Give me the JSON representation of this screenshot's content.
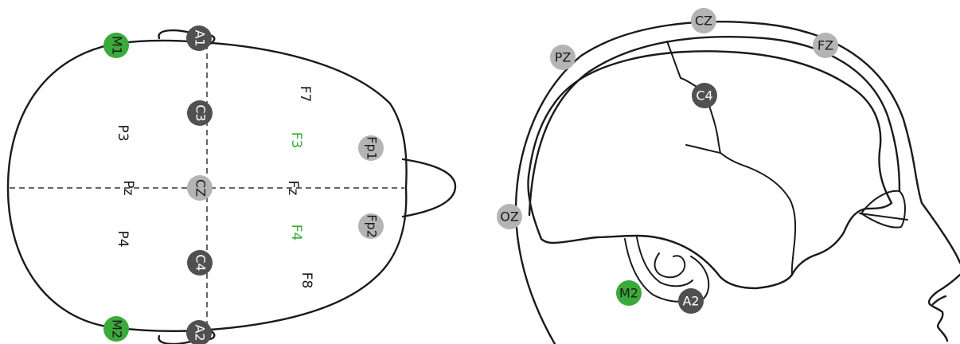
{
  "colors": {
    "dark_electrode": "#505050",
    "light_electrode": "#b4b4b4",
    "green_electrode": "#3aaa3a",
    "green_text": "#3aaa3a",
    "plain_text": "#1a1a1a",
    "outline": "#1a1a1a"
  },
  "top_view": {
    "electrodes": {
      "M1": "M1",
      "A1": "A1",
      "C3": "C3",
      "CZ": "CZ",
      "C4": "C4",
      "Fp1": "Fp1",
      "Fp2": "Fp2",
      "M2": "M2",
      "A2": "A2"
    },
    "labels": {
      "F7": "F7",
      "P3": "P3",
      "F3": "F3",
      "Pz": "Pz",
      "Fz": "Fz",
      "P4": "P4",
      "F4": "F4",
      "F8": "F8"
    }
  },
  "side_view": {
    "electrodes": {
      "CZ": "CZ",
      "FZ": "FZ",
      "PZ": "PZ",
      "C4": "C4",
      "OZ": "OZ",
      "M2": "M2",
      "A2": "A2"
    }
  }
}
